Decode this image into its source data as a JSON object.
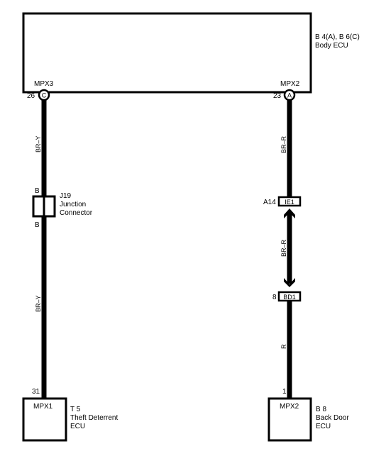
{
  "components": {
    "body_ecu": {
      "ref": "B 4(A), B 6(C)",
      "name": "Body ECU",
      "terminals": [
        {
          "name": "MPX3",
          "pin": "26",
          "connector": "C"
        },
        {
          "name": "MPX2",
          "pin": "23",
          "connector": "A"
        }
      ]
    },
    "junction_connector": {
      "ref": "J19",
      "name_line1": "Junction",
      "name_line2": "Connector",
      "pin_top": "B",
      "pin_bottom": "B"
    },
    "theft_deterrent_ecu": {
      "ref": "T 5",
      "name_line1": "Theft Deterrent",
      "name_line2": "ECU",
      "terminal": "MPX1",
      "pin": "31"
    },
    "back_door_ecu": {
      "ref": "B 8",
      "name_line1": "Back Door",
      "name_line2": "ECU",
      "terminal": "MPX2",
      "pin": "1"
    }
  },
  "connectors": {
    "ie1": {
      "label": "IE1",
      "pin": "A14"
    },
    "bd1": {
      "label": "BD1",
      "pin": "8"
    }
  },
  "wires": {
    "left_upper": "BR–Y",
    "left_lower": "BR–Y",
    "right_upper": "BR–R",
    "right_middle": "BR–R",
    "right_lower": "R"
  }
}
